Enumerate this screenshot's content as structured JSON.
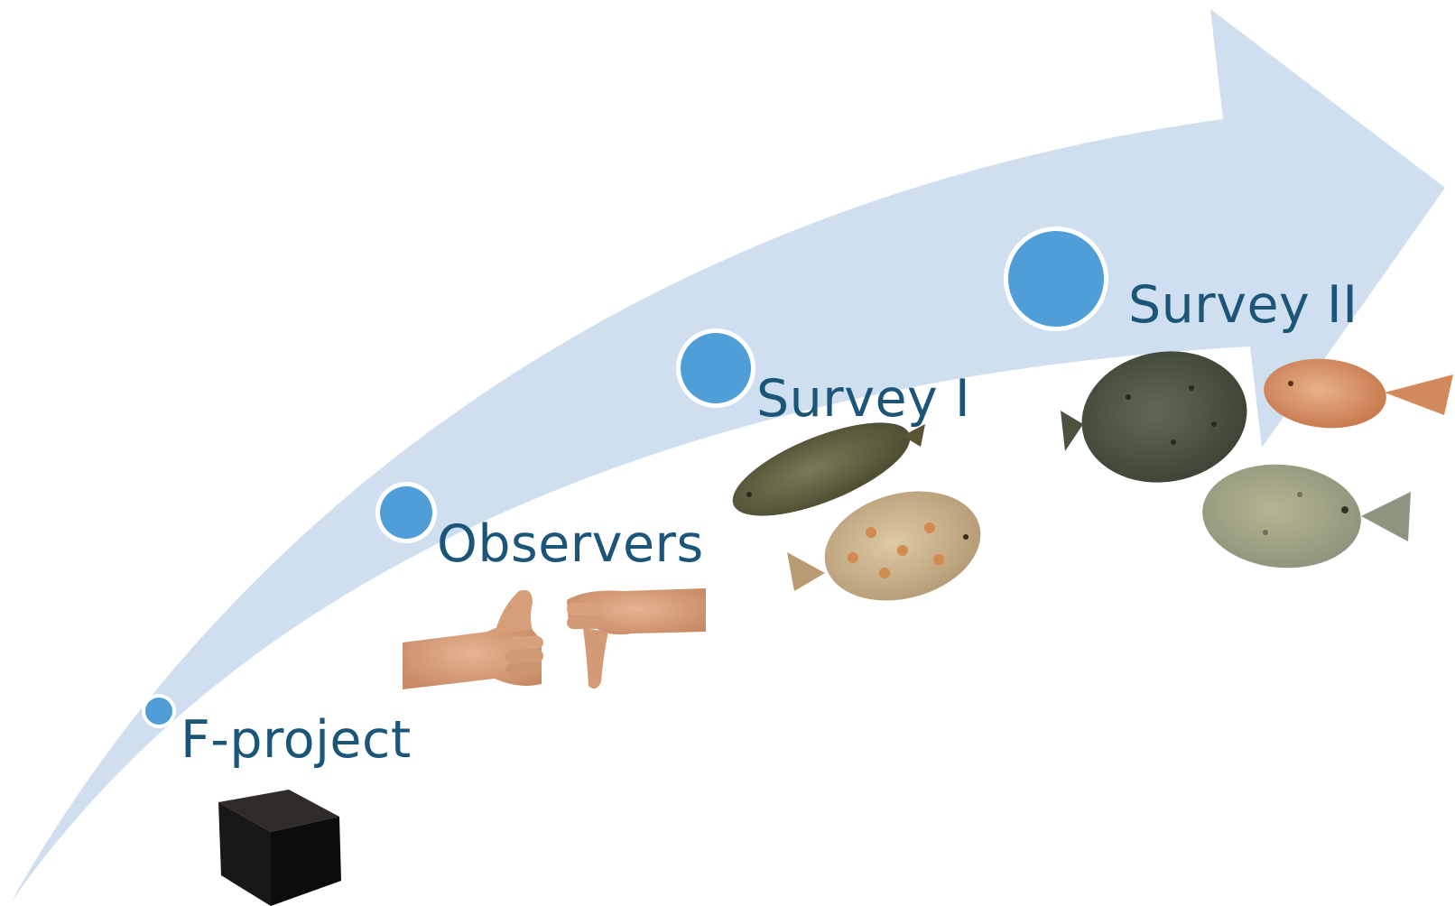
{
  "diagram": {
    "arrow_color": "#d0dff0",
    "node_color": "#4f9ed8",
    "text_color": "#1b5577",
    "stages": [
      {
        "label": "F-project",
        "image": "black-cube-icon"
      },
      {
        "label": "Observers",
        "image": "thumbs-up-thumbs-down-icon"
      },
      {
        "label": "Survey I",
        "image": "two-flatfish-illustration"
      },
      {
        "label": "Survey II",
        "image": "three-flatfish-illustration"
      }
    ]
  }
}
